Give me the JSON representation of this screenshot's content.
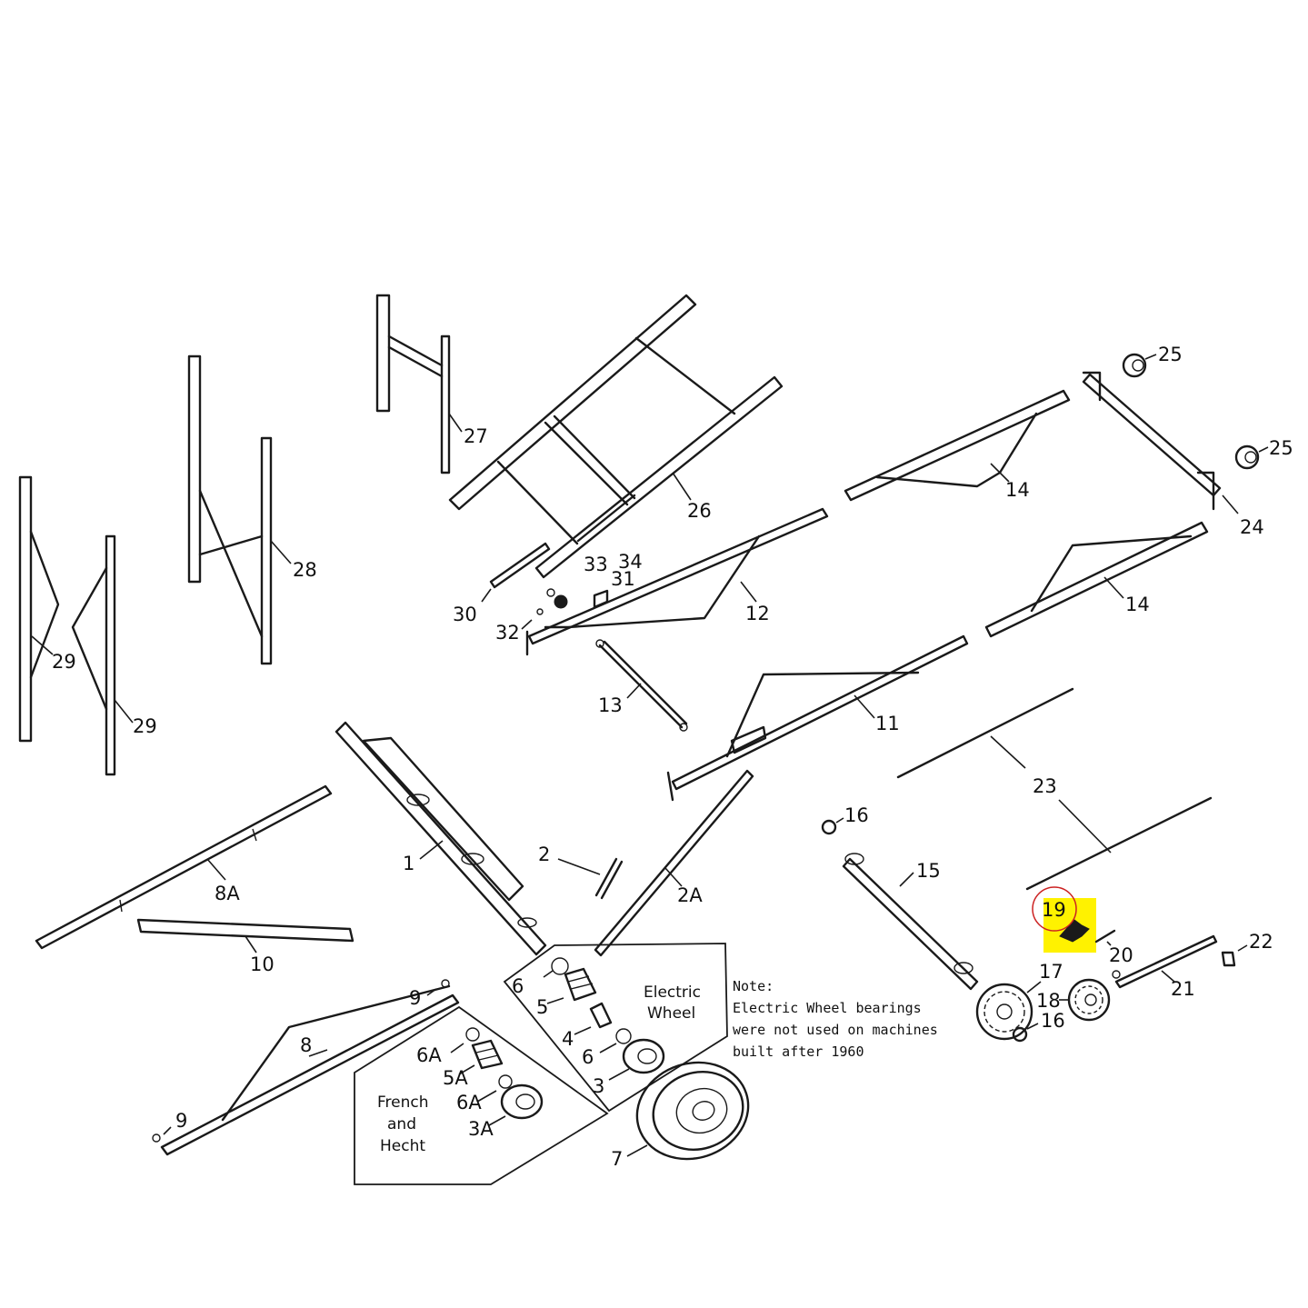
{
  "labels": {
    "p1": "1",
    "p2": "2",
    "p2a": "2A",
    "p3": "3",
    "p3a": "3A",
    "p4": "4",
    "p5": "5",
    "p5a": "5A",
    "p6_top": "6",
    "p6_bottom": "6",
    "p6a_top": "6A",
    "p6a_bottom": "6A",
    "p7": "7",
    "p8": "8",
    "p8a": "8A",
    "p9_top": "9",
    "p9_bottom": "9",
    "p10": "10",
    "p11": "11",
    "p12": "12",
    "p13": "13",
    "p14_top": "14",
    "p14_bottom": "14",
    "p15": "15",
    "p16_top": "16",
    "p16_bottom": "16",
    "p17": "17",
    "p18": "18",
    "p19": "19",
    "p20": "20",
    "p21": "21",
    "p22": "22",
    "p23": "23",
    "p24": "24",
    "p25_top": "25",
    "p25_bottom": "25",
    "p26": "26",
    "p27": "27",
    "p28": "28",
    "p29_left": "29",
    "p29_right": "29",
    "p30": "30",
    "p31": "31",
    "p32": "32",
    "p33": "33",
    "p34": "34"
  },
  "boxes": {
    "electric_line1": "Electric",
    "electric_line2": "Wheel",
    "french_line1": "French",
    "french_line2": "and",
    "french_line3": "Hecht"
  },
  "note": {
    "line1": "Note:",
    "line2": "Electric Wheel bearings",
    "line3": "were not used on machines",
    "line4": "built after 1960"
  },
  "highlight": {
    "part": "19",
    "fill": "#fff200",
    "circle_color": "#cc2222"
  }
}
